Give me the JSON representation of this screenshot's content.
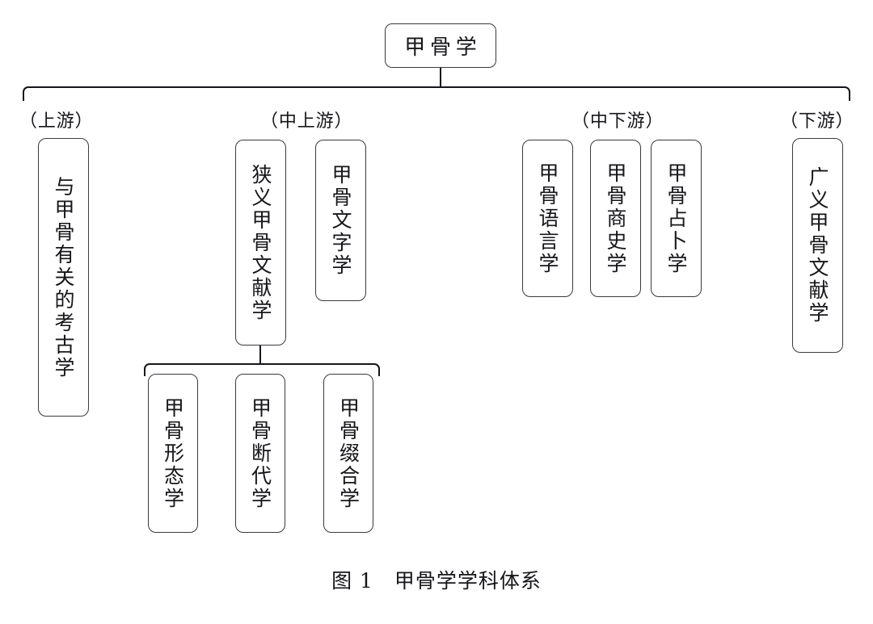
{
  "figure": {
    "caption": "图 1　甲骨学学科体系",
    "root": {
      "label": "甲骨学"
    },
    "tiers": [
      {
        "id": "upstream",
        "label": "（上游）"
      },
      {
        "id": "mid-upstream",
        "label": "（中上游）"
      },
      {
        "id": "mid-downstream",
        "label": "（中下游）"
      },
      {
        "id": "downstream",
        "label": "（下游）"
      }
    ],
    "nodes": {
      "upstream": [
        {
          "label": "与甲骨有关的考古学"
        }
      ],
      "mid_upstream": [
        {
          "label": "狭义甲骨文献学"
        },
        {
          "label": "甲骨文字学"
        }
      ],
      "mid_upstream_children": [
        {
          "label": "甲骨形态学"
        },
        {
          "label": "甲骨断代学"
        },
        {
          "label": "甲骨缀合学"
        }
      ],
      "mid_downstream": [
        {
          "label": "甲骨语言学"
        },
        {
          "label": "甲骨商史学"
        },
        {
          "label": "甲骨占卜学"
        }
      ],
      "downstream": [
        {
          "label": "广义甲骨文献学"
        }
      ]
    },
    "colors": {
      "line": "#16161a",
      "box_border": "#3a3a40",
      "background": "#ffffff",
      "text": "#16161a"
    }
  }
}
